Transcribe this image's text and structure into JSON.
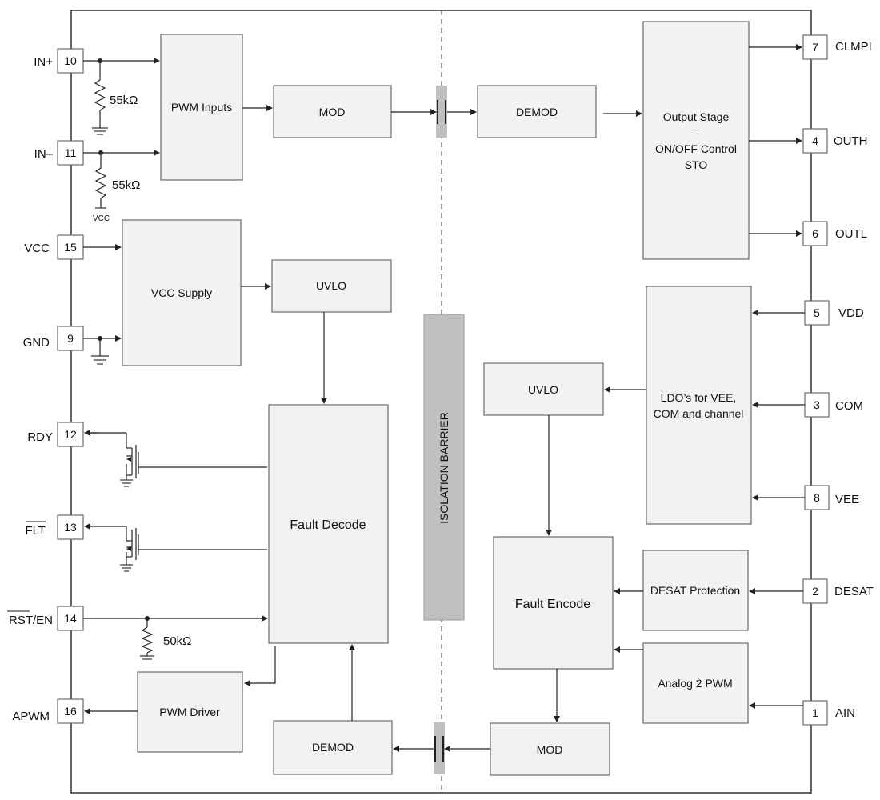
{
  "pins_left": [
    {
      "num": "10",
      "label": "IN+"
    },
    {
      "num": "11",
      "label": "IN–"
    },
    {
      "num": "15",
      "label": "VCC"
    },
    {
      "num": "9",
      "label": "GND"
    },
    {
      "num": "12",
      "label": "RDY"
    },
    {
      "num": "13",
      "label": "FLT"
    },
    {
      "num": "14",
      "label": "RST/EN"
    },
    {
      "num": "16",
      "label": "APWM"
    }
  ],
  "pins_right": [
    {
      "num": "7",
      "label": "CLMPI"
    },
    {
      "num": "4",
      "label": "OUTH"
    },
    {
      "num": "6",
      "label": "OUTL"
    },
    {
      "num": "5",
      "label": "VDD"
    },
    {
      "num": "3",
      "label": "COM"
    },
    {
      "num": "8",
      "label": "VEE"
    },
    {
      "num": "2",
      "label": "DESAT"
    },
    {
      "num": "1",
      "label": "AIN"
    }
  ],
  "blocks": {
    "pwm_inputs": "PWM Inputs",
    "mod_top": "MOD",
    "demod_top": "DEMOD",
    "output_stage": [
      "Output Stage",
      "–",
      "ON/OFF Control",
      "STO"
    ],
    "vcc_supply": "VCC Supply",
    "uvlo_left": "UVLO",
    "uvlo_right": "UVLO",
    "ldo": [
      "LDO’s for VEE,",
      "COM and channel"
    ],
    "fault_decode": "Fault Decode",
    "fault_encode": "Fault Encode",
    "desat_protection": "DESAT Protection",
    "analog_pwm": "Analog 2 PWM",
    "pwm_driver": "PWM Driver",
    "demod_bottom": "DEMOD",
    "mod_bottom": "MOD"
  },
  "isolation_barrier": "ISOLATION BARRIER",
  "resistors": {
    "r_in_plus": "55kΩ",
    "r_in_minus": "55kΩ",
    "r_rst": "50kΩ",
    "vcc_node": "VCC"
  },
  "colors": {
    "block_fill": "#f2f2f2",
    "block_stroke": "#6b6b6b",
    "barrier_fill": "#bfbfbf",
    "wire": "#222222"
  }
}
